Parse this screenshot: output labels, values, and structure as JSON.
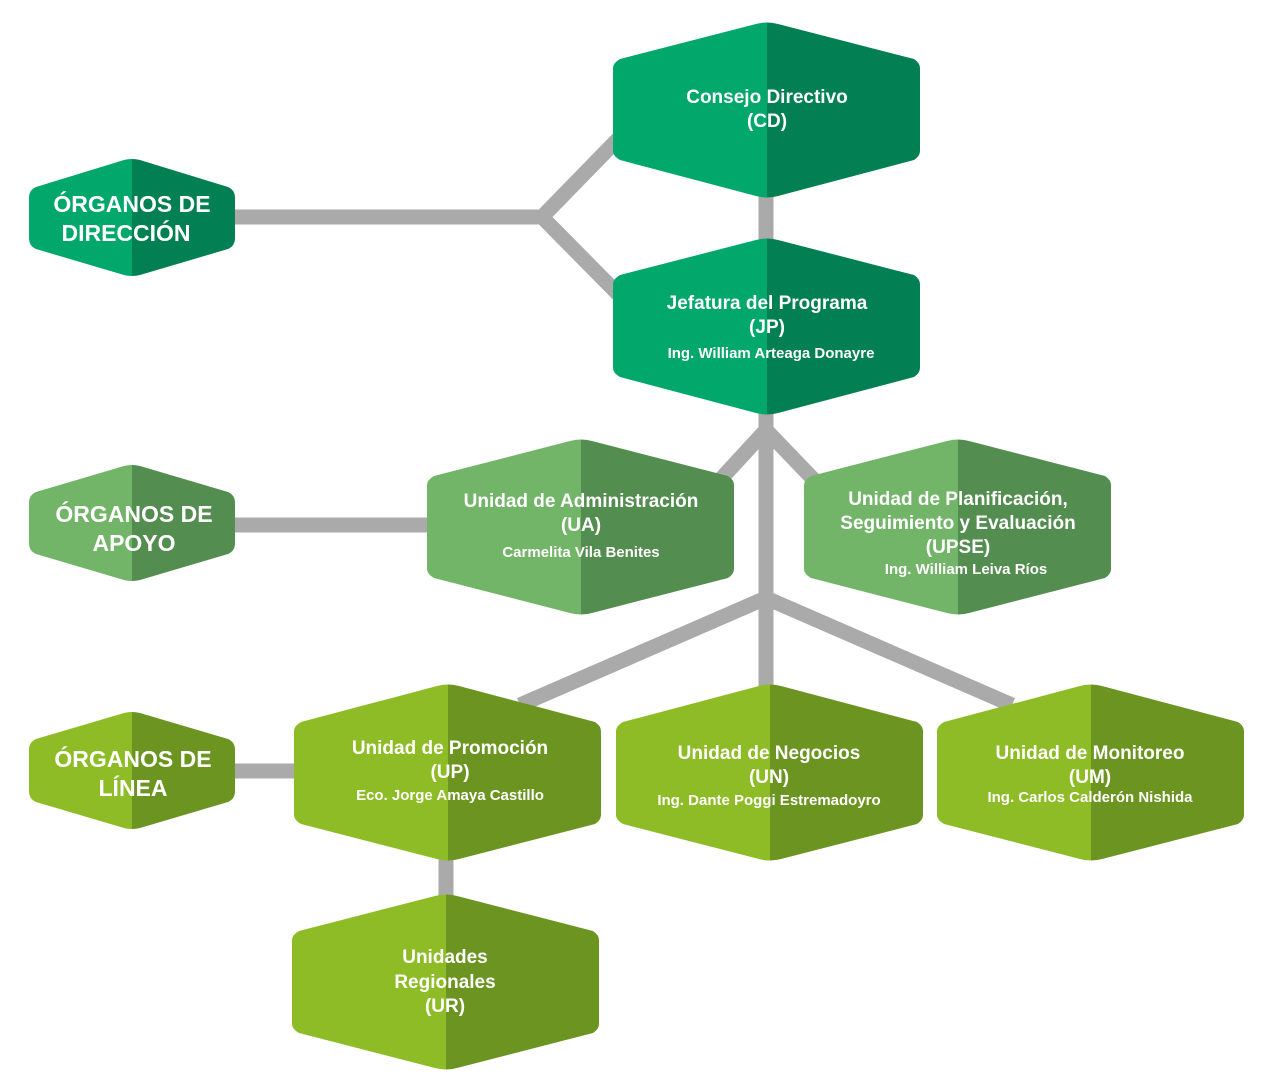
{
  "categories": {
    "direccion": {
      "line1": "ÓRGANOS DE",
      "line2": "DIRECCIÓN"
    },
    "apoyo": {
      "line1": "ÓRGANOS DE",
      "line2": "APOYO"
    },
    "linea": {
      "line1": "ÓRGANOS DE",
      "line2": "LÍNEA"
    }
  },
  "units": {
    "cd": {
      "name": "Consejo Directivo",
      "abbr": "(CD)"
    },
    "jp": {
      "name": "Jefatura del Programa",
      "abbr": "(JP)",
      "person": "Ing. William Arteaga Donayre"
    },
    "ua": {
      "name": "Unidad de Administración",
      "abbr": "(UA)",
      "person": "Carmelita Vila Benites"
    },
    "upse": {
      "name_line1": "Unidad de Planificación,",
      "name_line2": "Seguimiento y Evaluación",
      "abbr": "(UPSE)",
      "person": "Ing. William Leiva Ríos"
    },
    "up": {
      "name": "Unidad de Promoción",
      "abbr": "(UP)",
      "person": "Eco. Jorge Amaya Castillo"
    },
    "un": {
      "name": "Unidad de Negocios",
      "abbr": "(UN)",
      "person": "Ing. Dante Poggi Estremadoyro"
    },
    "um": {
      "name": "Unidad de Monitoreo",
      "abbr": "(UM)",
      "person": "Ing. Carlos Calderón Nishida"
    },
    "ur": {
      "name_line1": "Unidades",
      "name_line2": "Regionales",
      "abbr": "(UR)"
    }
  },
  "colors": {
    "direccion_light": "#02a76b",
    "direccion_dark": "#028054",
    "apoyo_light": "#72b468",
    "apoyo_dark": "#548d50",
    "linea_light": "#8ebc26",
    "linea_dark": "#6c9421",
    "connector": "#aaaaaa"
  }
}
